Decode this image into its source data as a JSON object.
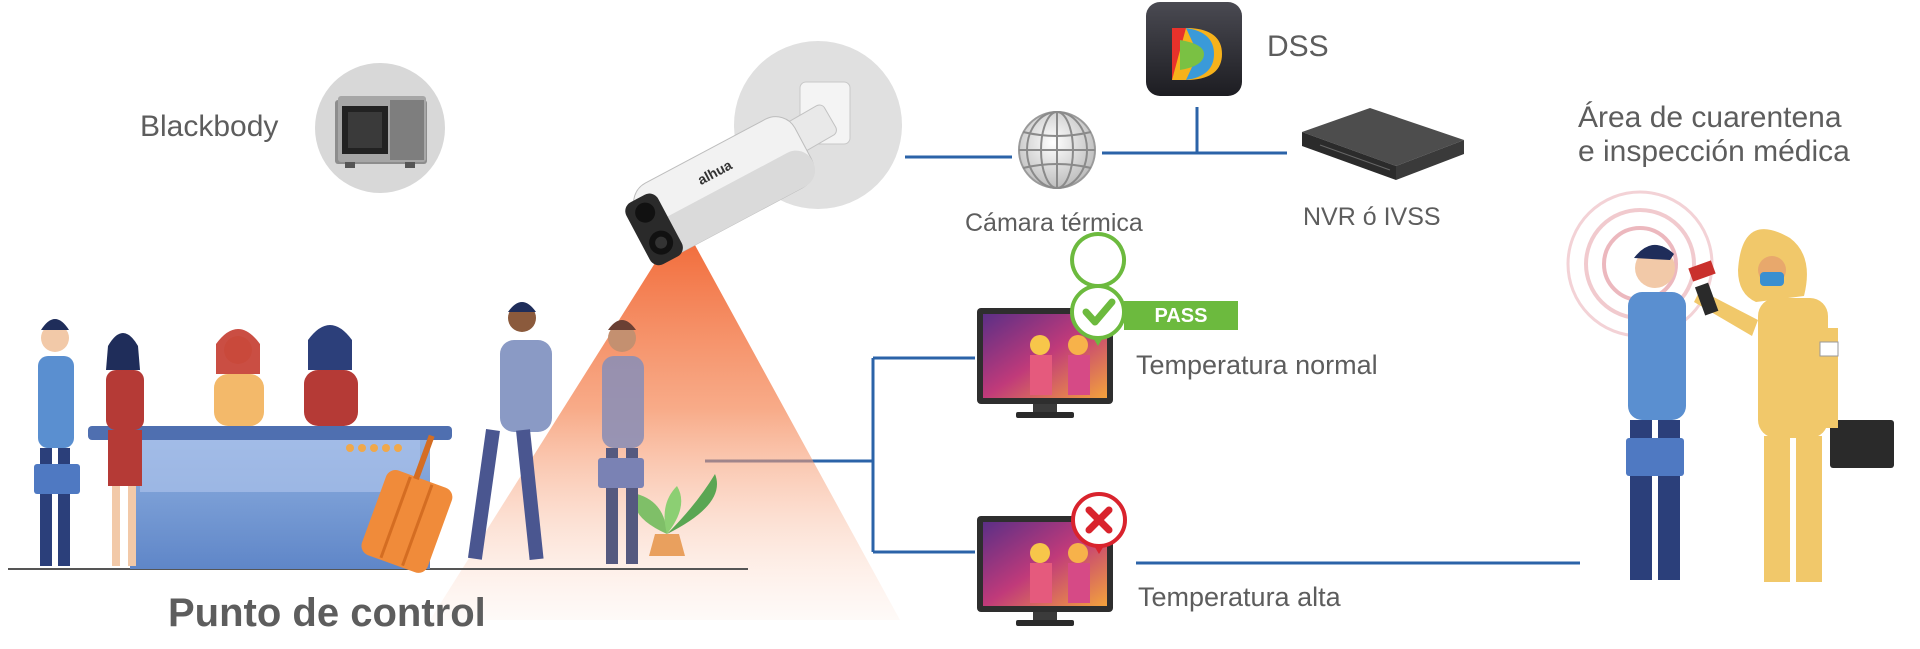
{
  "labels": {
    "blackbody": "Blackbody",
    "dss": "DSS",
    "thermal_camera": "Cámara térmica",
    "nvr": "NVR ó IVSS",
    "quarantine_line1": "Área de cuarentena",
    "quarantine_line2": "e inspección médica",
    "pass_badge": "PASS",
    "temp_normal": "Temperatura normal",
    "temp_high": "Temperatura alta",
    "checkpoint": "Punto de control",
    "camera_brand": "alhua"
  },
  "colors": {
    "line": "#2b63a8",
    "pass_green": "#6cba3e",
    "fail_red": "#d9232d",
    "beam_orange": "#f0612a"
  }
}
